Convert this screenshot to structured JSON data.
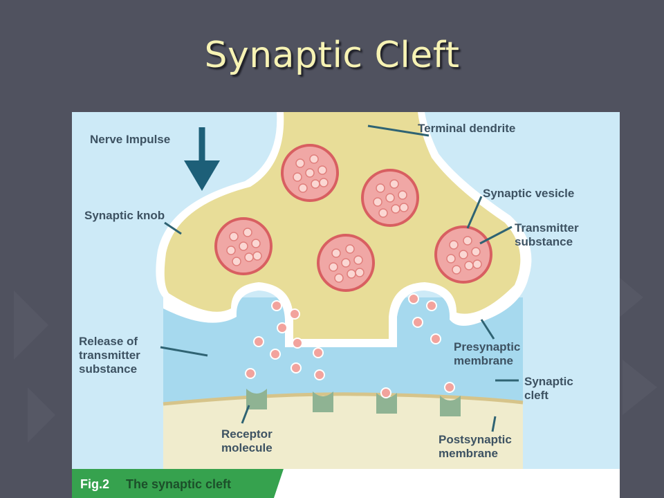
{
  "slide": {
    "title": "Synaptic Cleft",
    "background_color": "#50525f",
    "title_color": "#f7f3b4"
  },
  "figure": {
    "caption_number": "Fig.2",
    "caption_text": "The synaptic cleft",
    "colors": {
      "panel": "#cdeaf7",
      "cleft_fluid": "#a6d9ee",
      "knob": "#e8dd98",
      "membrane": "#ffffff",
      "vesicle": "#f0a7a5",
      "vesicle_ring": "#d85f61",
      "receptor": "#8fb393",
      "postsynaptic": "#f0eccd",
      "caption_green": "#36a24e"
    },
    "labels": {
      "nerve_impulse": "Nerve Impulse",
      "terminal_dendrite": "Terminal dendrite",
      "synaptic_knob": "Synaptic knob",
      "synaptic_vesicle": "Synaptic vesicle",
      "transmitter_substance": "Transmitter\nsubstance",
      "release_of_transmitter": "Release of\ntransmitter\nsubstance",
      "presynaptic_membrane": "Presynaptic\nmembrane",
      "synaptic_cleft": "Synaptic\ncleft",
      "receptor_molecule": "Receptor\nmolecule",
      "postsynaptic_membrane": "Postsynaptic\nmembrane"
    }
  }
}
